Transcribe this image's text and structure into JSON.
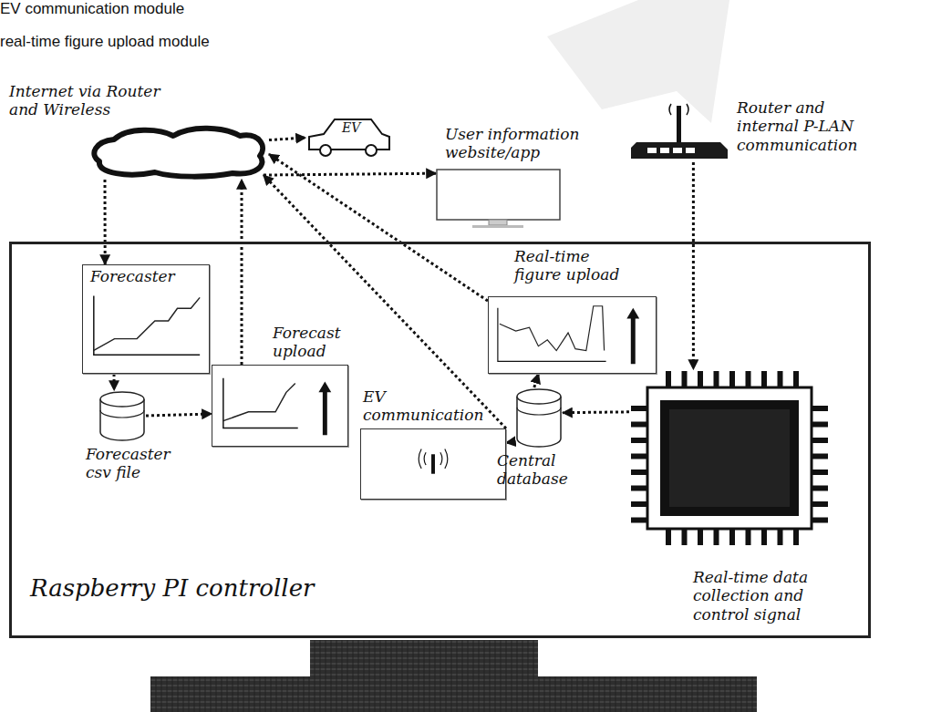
{
  "diagram": {
    "nodes": [
      {
        "text": [
          "Internet via Router and Wireless"
        ]
      },
      {
        "text": [
          "EV"
        ]
      },
      {
        "text": [
          "User information website/app"
        ]
      },
      {
        "text": [
          "Router and internal P-LAN communication"
        ]
      },
      {
        "text": [
          "Raspberry PI controller"
        ]
      },
      {
        "text": [
          "Forecaster"
        ],
        "in": 4
      },
      {
        "text": [
          "Forecaster csv file"
        ],
        "in": 4
      },
      {
        "text": [
          "Forecast upload"
        ],
        "in": 4
      },
      {
        "text": [
          "EV communication"
        ],
        "in": 4
      },
      {
        "text": [
          "Central database"
        ],
        "in": 4
      },
      {
        "text": [
          "Real-time figure upload"
        ],
        "in": 4
      },
      {
        "text": [
          "Real-time data collection and control signal"
        ],
        "in": 4
      }
    ],
    "edges": [
      {
        "from": 0,
        "to": 1,
        "arrow": "to"
      },
      {
        "from": 0,
        "to": 2,
        "arrow": "to"
      },
      {
        "from": 0,
        "to": 5,
        "arrow": "to"
      },
      {
        "from": 7,
        "to": 0,
        "arrow": "to"
      },
      {
        "from": 8,
        "to": 0,
        "arrow": "to"
      },
      {
        "from": 10,
        "to": 0,
        "arrow": "to"
      },
      {
        "from": 3,
        "to": 11,
        "arrow": "to"
      },
      {
        "from": 11,
        "to": 9,
        "arrow": "to"
      },
      {
        "from": 9,
        "to": 8,
        "arrow": "to"
      },
      {
        "from": 9,
        "to": 10,
        "arrow": "to"
      },
      {
        "from": 5,
        "to": 6,
        "arrow": "to"
      },
      {
        "from": 6,
        "to": 7,
        "arrow": "to"
      }
    ],
    "labels": [
      "EV communication module",
      "real-time figure upload module"
    ]
  }
}
